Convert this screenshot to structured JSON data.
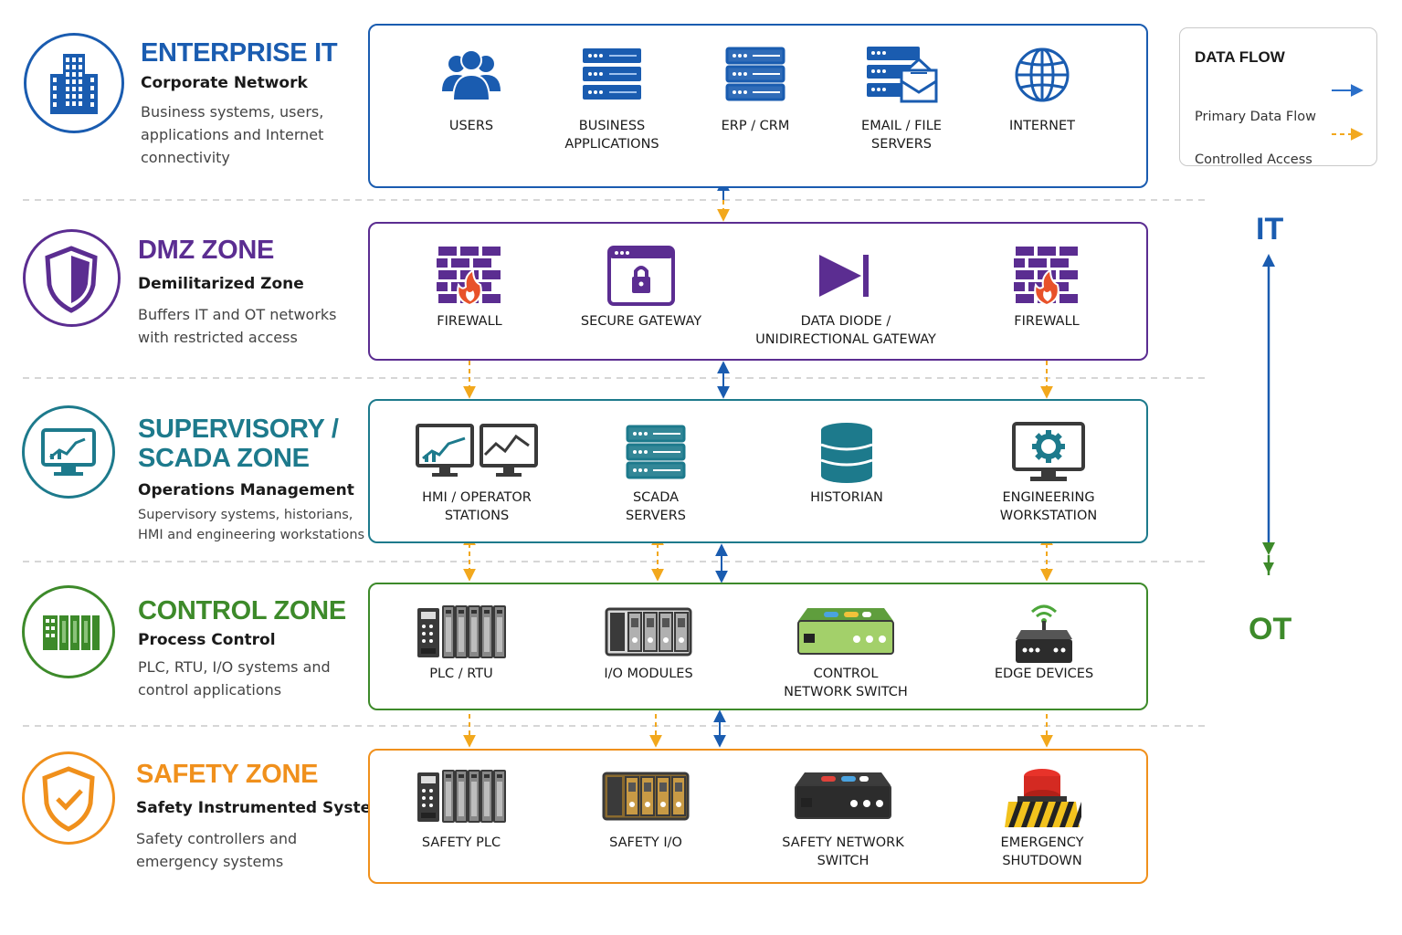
{
  "zones": [
    {
      "id": "enterprise",
      "title": "ENTERPRISE IT",
      "subtitle": "Corporate Network",
      "description": "Business systems, users, applications and Internet connectivity",
      "color": "#1a5cb0",
      "icon": "office-building-icon",
      "nodes": [
        {
          "label": "USERS",
          "icon": "users-icon"
        },
        {
          "label": "BUSINESS\nAPPLICATIONS",
          "icon": "server-rack-icon"
        },
        {
          "label": "ERP / CRM",
          "icon": "server-stack-icon"
        },
        {
          "label": "EMAIL / FILE\nSERVERS",
          "icon": "email-server-icon"
        },
        {
          "label": "INTERNET",
          "icon": "globe-icon"
        }
      ]
    },
    {
      "id": "dmz",
      "title": "DMZ ZONE",
      "subtitle": "Demilitarized Zone",
      "description": "Buffers IT and OT networks with restricted access",
      "color": "#5b2d91",
      "icon": "shield-icon",
      "nodes": [
        {
          "label": "FIREWALL",
          "icon": "firewall-icon"
        },
        {
          "label": "SECURE GATEWAY",
          "icon": "secure-gateway-icon"
        },
        {
          "label": "DATA DIODE /\nUNIDIRECTIONAL GATEWAY",
          "icon": "data-diode-icon"
        },
        {
          "label": "FIREWALL",
          "icon": "firewall-icon"
        }
      ]
    },
    {
      "id": "scada",
      "title": "SUPERVISORY /\nSCADA ZONE",
      "subtitle": "Operations Management",
      "description": "Supervisory systems, historians, HMI and engineering workstations",
      "color": "#1d7a8c",
      "icon": "monitor-chart-icon",
      "nodes": [
        {
          "label": "HMI / OPERATOR\nSTATIONS",
          "icon": "hmi-monitors-icon"
        },
        {
          "label": "SCADA\nSERVERS",
          "icon": "server-stack-icon"
        },
        {
          "label": "HISTORIAN",
          "icon": "database-icon"
        },
        {
          "label": "ENGINEERING\nWORKSTATION",
          "icon": "engineering-workstation-icon"
        }
      ]
    },
    {
      "id": "control",
      "title": "CONTROL ZONE",
      "subtitle": "Process Control",
      "description": "PLC, RTU, I/O systems and control applications",
      "color": "#3d8a2a",
      "icon": "plc-rack-icon",
      "nodes": [
        {
          "label": "PLC / RTU",
          "icon": "plc-icon"
        },
        {
          "label": "I/O MODULES",
          "icon": "io-modules-icon"
        },
        {
          "label": "CONTROL\nNETWORK SWITCH",
          "icon": "network-switch-icon"
        },
        {
          "label": "EDGE DEVICES",
          "icon": "edge-device-icon"
        }
      ]
    },
    {
      "id": "safety",
      "title": "SAFETY ZONE",
      "subtitle": "Safety Instrumented System",
      "description": "Safety controllers and emergency systems",
      "color": "#f0901c",
      "icon": "shield-check-icon",
      "nodes": [
        {
          "label": "SAFETY PLC",
          "icon": "plc-icon"
        },
        {
          "label": "SAFETY I/O",
          "icon": "io-modules-icon"
        },
        {
          "label": "SAFETY NETWORK\nSWITCH",
          "icon": "network-switch-icon"
        },
        {
          "label": "EMERGENCY\nSHUTDOWN",
          "icon": "emergency-button-icon"
        }
      ]
    }
  ],
  "legend": {
    "title": "DATA FLOW",
    "primary_label": "Primary Data Flow",
    "controlled_label": "Controlled Access",
    "primary_color": "#2a6fc9",
    "controlled_color": "#f2a81d"
  },
  "axis": {
    "top_label": "IT",
    "bottom_label": "OT",
    "top_color": "#1a5cb0",
    "bottom_color": "#3d8a2a"
  }
}
